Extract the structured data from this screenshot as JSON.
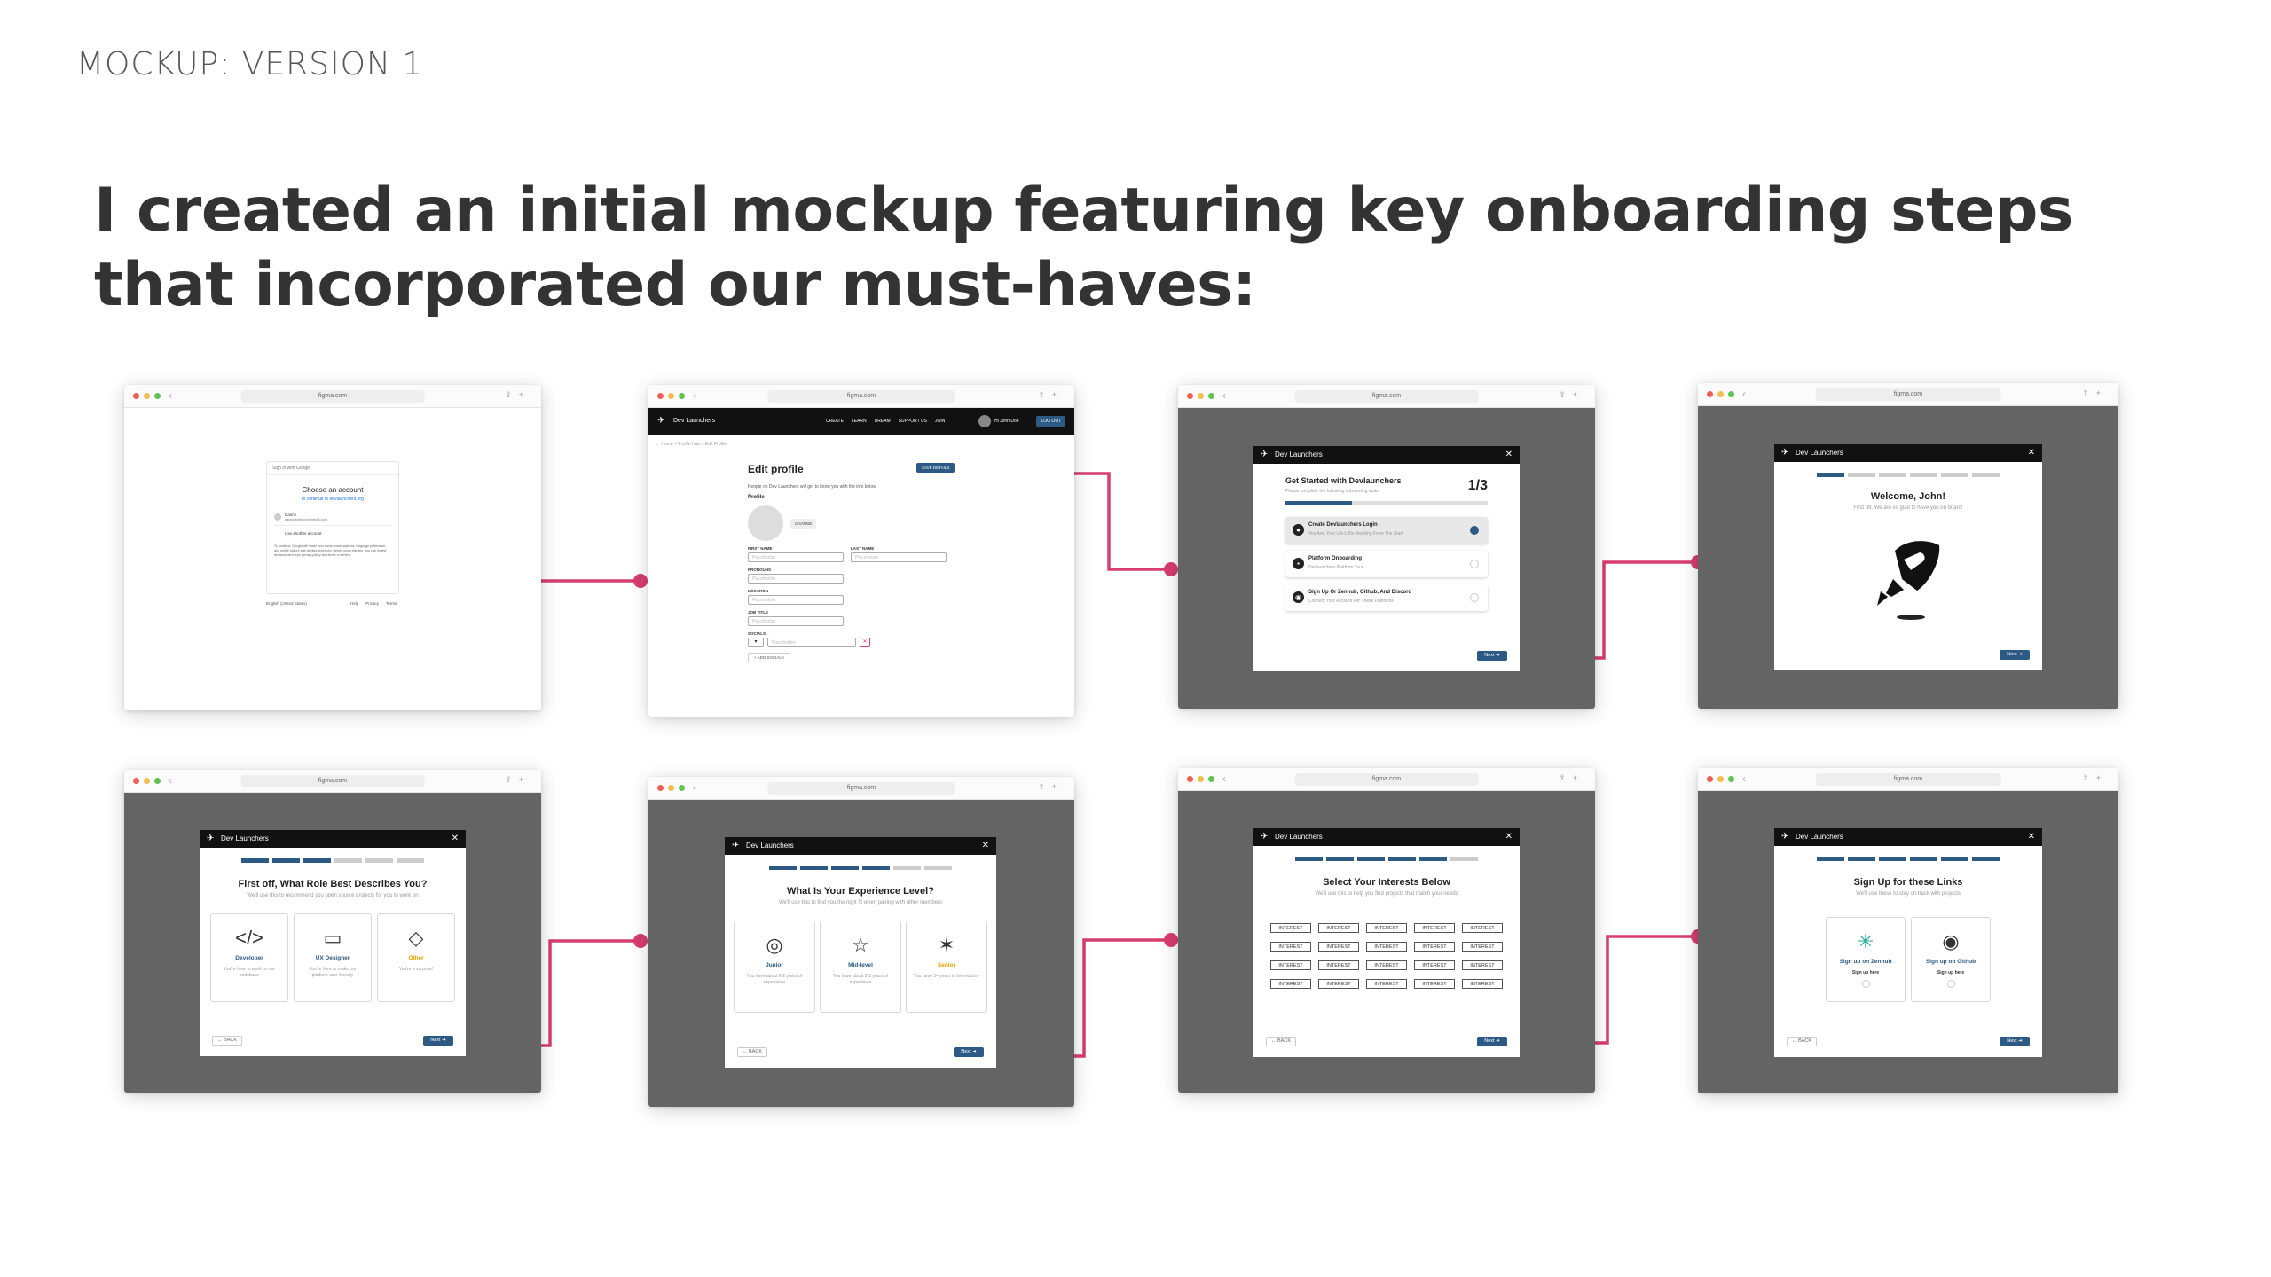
{
  "eyebrow": "MOCKUP: VERSION 1",
  "headline": "I created an initial mockup featuring key onboarding steps that incorporated our must-haves:",
  "colors": {
    "connector": "#d63e6e",
    "brand": "#2d5a84",
    "overlay": "#646464"
  },
  "browser": {
    "url": "figma.com"
  },
  "screens": {
    "signin": {
      "header": "Sign in with Google",
      "title": "Choose an account",
      "subtitle": "to continue to devlaunchers.org",
      "account_name": "Danny",
      "account_email": "danny.johnson@gmail.com",
      "other": "Use another account",
      "notice": "To continue, Google will share your name, email address, language preference, and profile picture with devlaunchers.org. Before using this app, you can review devlaunchers.org's privacy policy and terms of service.",
      "lang": "English (United States)",
      "footer": [
        "Help",
        "Privacy",
        "Terms"
      ]
    },
    "edit_profile": {
      "brand": "Dev Launchers",
      "nav": [
        "CREATE",
        "LEARN",
        "DREAM",
        "SUPPORT US",
        "JOIN"
      ],
      "user": "Hi John Doe",
      "logout": "LOG OUT",
      "breadcrumb": "Home > Profile Hub > Edit Profile",
      "title": "Edit profile",
      "save": "SAVE DETAILS",
      "intro": "People on Dev Launchers will get to know you with the info below",
      "section": "Profile",
      "change": "CHANGE",
      "labels": {
        "first": "FIRST NAME",
        "last": "LAST NAME",
        "pronouns": "PRONOUNS",
        "location": "LOCATION",
        "job": "JOB TITLE",
        "socials": "SOCIALS"
      },
      "placeholder": "Placeholder",
      "add_social": "+ ADD SOCIALS"
    },
    "get_started": {
      "bar": "Dev Launchers",
      "title": "Get Started with Devlaunchers",
      "subtitle": "Please complete the following onboarding tasks",
      "counter": "1/3",
      "tasks": [
        {
          "title": "Create Devlaunchers Login",
          "desc": "You Are, Your Life's Bio Awaiting From The Start",
          "done": true
        },
        {
          "title": "Platform Onboarding",
          "desc": "Devlaunchers Platform Tour",
          "done": false
        },
        {
          "title": "Sign Up Or Zenhub, Github, And Discord",
          "desc": "Connect Your Account For These Platforms",
          "done": false
        }
      ],
      "next": "Next"
    },
    "welcome": {
      "bar": "Dev Launchers",
      "title": "Welcome, John!",
      "subtitle": "First off, We are so glad to have you on board!",
      "next": "Next",
      "progress": 1
    },
    "role": {
      "bar": "Dev Launchers",
      "title": "First off, What Role Best Describes You?",
      "subtitle": "We'll use this to recommend you open source projects for you to work on",
      "progress": 3,
      "cards": [
        {
          "icon": "laptop-code-icon",
          "glyph": "</>",
          "label": "Developer",
          "desc": "You're here to work on our codebase"
        },
        {
          "icon": "wireframe-icon",
          "glyph": "▭",
          "label": "UX Designer",
          "desc": "You're here to make our platform user friendly"
        },
        {
          "icon": "gift-box-icon",
          "glyph": "◇",
          "label": "Other",
          "desc": "You're a surprise!"
        }
      ],
      "back": "BACK",
      "next": "Next"
    },
    "experience": {
      "bar": "Dev Launchers",
      "title": "What Is Your Experience Level?",
      "subtitle": "We'll use this to find you the right fit when pairing with other members",
      "progress": 4,
      "cards": [
        {
          "icon": "new-badge-icon",
          "glyph": "◎",
          "label": "Junior",
          "desc": "You have about 0-2 years of experience"
        },
        {
          "icon": "star-outline-icon",
          "glyph": "☆",
          "label": "Mid-level",
          "desc": "You have about 2-5 years of experience"
        },
        {
          "icon": "stars-trophy-icon",
          "glyph": "✶",
          "label": "Senior",
          "desc": "You have 5+ years in the industry"
        }
      ],
      "back": "BACK",
      "next": "Next"
    },
    "interests": {
      "bar": "Dev Launchers",
      "title": "Select Your Interests Below",
      "subtitle": "We'll use this to help you find projects that match your needs",
      "progress": 5,
      "chips": [
        "INTEREST",
        "INTEREST",
        "INTEREST",
        "INTEREST",
        "INTEREST",
        "INTEREST",
        "INTEREST",
        "INTEREST",
        "INTEREST",
        "INTEREST",
        "INTEREST",
        "INTEREST",
        "INTEREST",
        "INTEREST",
        "INTEREST",
        "INTEREST",
        "INTEREST",
        "INTEREST",
        "INTEREST",
        "INTEREST"
      ],
      "back": "BACK",
      "next": "Next"
    },
    "links": {
      "bar": "Dev Launchers",
      "title": "Sign Up for these Links",
      "subtitle": "We'll use these to stay on track with projects",
      "progress": 6,
      "cards": [
        {
          "icon": "zenhub-icon",
          "label": "Sign up on Zenhub",
          "link": "Sign up here"
        },
        {
          "icon": "github-icon",
          "label": "Sign up on Github",
          "link": "Sign up here"
        }
      ],
      "back": "BACK",
      "next": "Next"
    }
  }
}
